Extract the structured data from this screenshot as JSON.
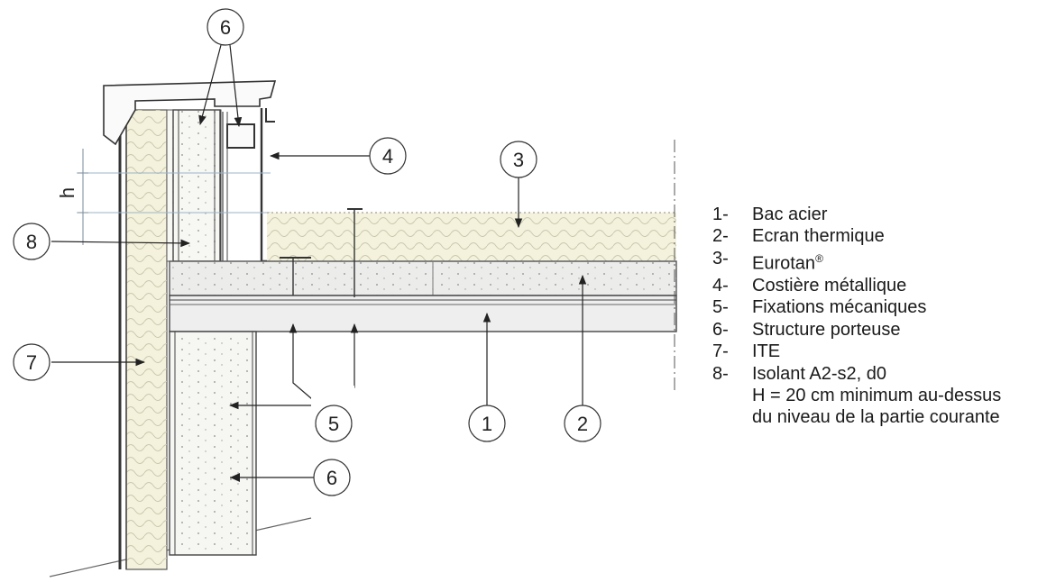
{
  "callouts": {
    "c1": "1",
    "c2": "2",
    "c3": "3",
    "c4": "4",
    "c5": "5",
    "c6_top": "6",
    "c6_bottom": "6",
    "c7": "7",
    "c8": "8"
  },
  "dimension_label": "h",
  "legend": {
    "items": [
      {
        "num": "1-",
        "text": "Bac acier"
      },
      {
        "num": "2-",
        "text": "Ecran thermique"
      },
      {
        "num": "3-",
        "text": "Eurotan",
        "sup": "®"
      },
      {
        "num": "4-",
        "text": "Costière métallique"
      },
      {
        "num": "5-",
        "text": "Fixations mécaniques"
      },
      {
        "num": "6-",
        "text": "Structure porteuse"
      },
      {
        "num": "7-",
        "text": "ITE"
      },
      {
        "num": "8-",
        "text": "Isolant A2-s2, d0"
      }
    ],
    "note_lines": [
      "H = 20 cm minimum au-dessus",
      "du niveau de la partie courante"
    ]
  },
  "colors": {
    "line": "#4a4a4a",
    "insulation": "#f4f2dc",
    "concrete": "#ececea",
    "steel_deck": "#d8d8d8",
    "guide": "#9bb4c8"
  }
}
